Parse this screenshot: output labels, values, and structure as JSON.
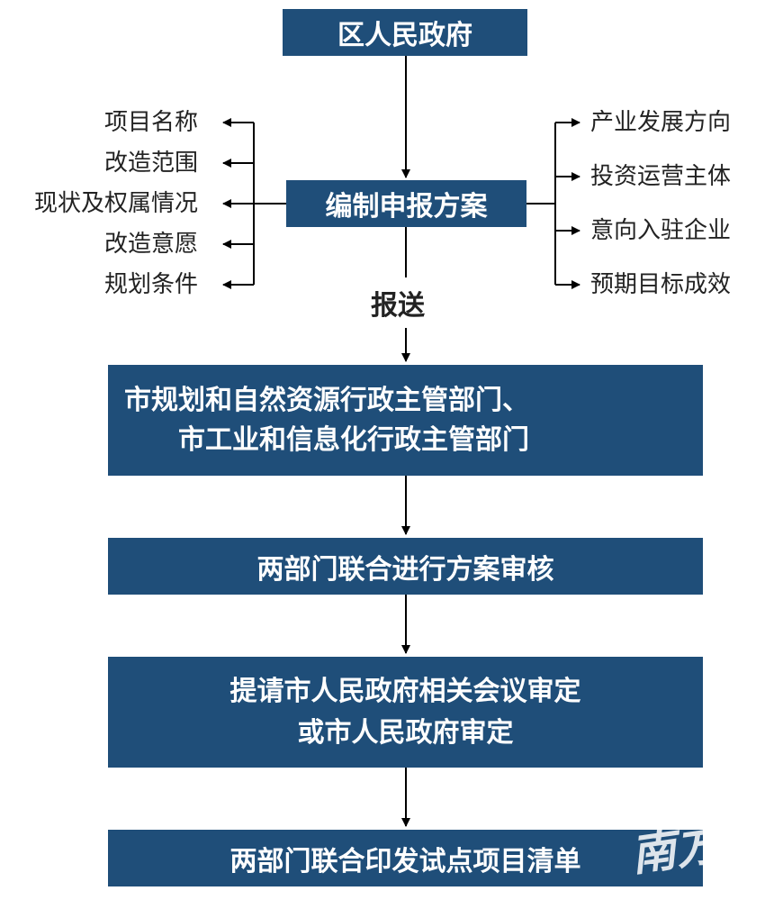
{
  "boxes": {
    "top": "区人民政府",
    "compile": "编制申报方案",
    "depts_line1": "市规划和自然资源行政主管部门、",
    "depts_line2": "市工业和信息化行政主管部门",
    "review": "两部门联合进行方案审核",
    "approval_line1": "提请市人民政府相关会议审定",
    "approval_line2": "或市人民政府审定",
    "issue": "两部门联合印发试点项目清单"
  },
  "submit_label": "报送",
  "left_items": [
    "项目名称",
    "改造范围",
    "现状及权属情况",
    "改造意愿",
    "规划条件"
  ],
  "right_items": [
    "产业发展方向",
    "投资运营主体",
    "意向入驻企业",
    "预期目标成效"
  ],
  "watermark": "南方+",
  "colors": {
    "box": "#1f4e79",
    "text": "#ffffff",
    "line": "#000000"
  }
}
